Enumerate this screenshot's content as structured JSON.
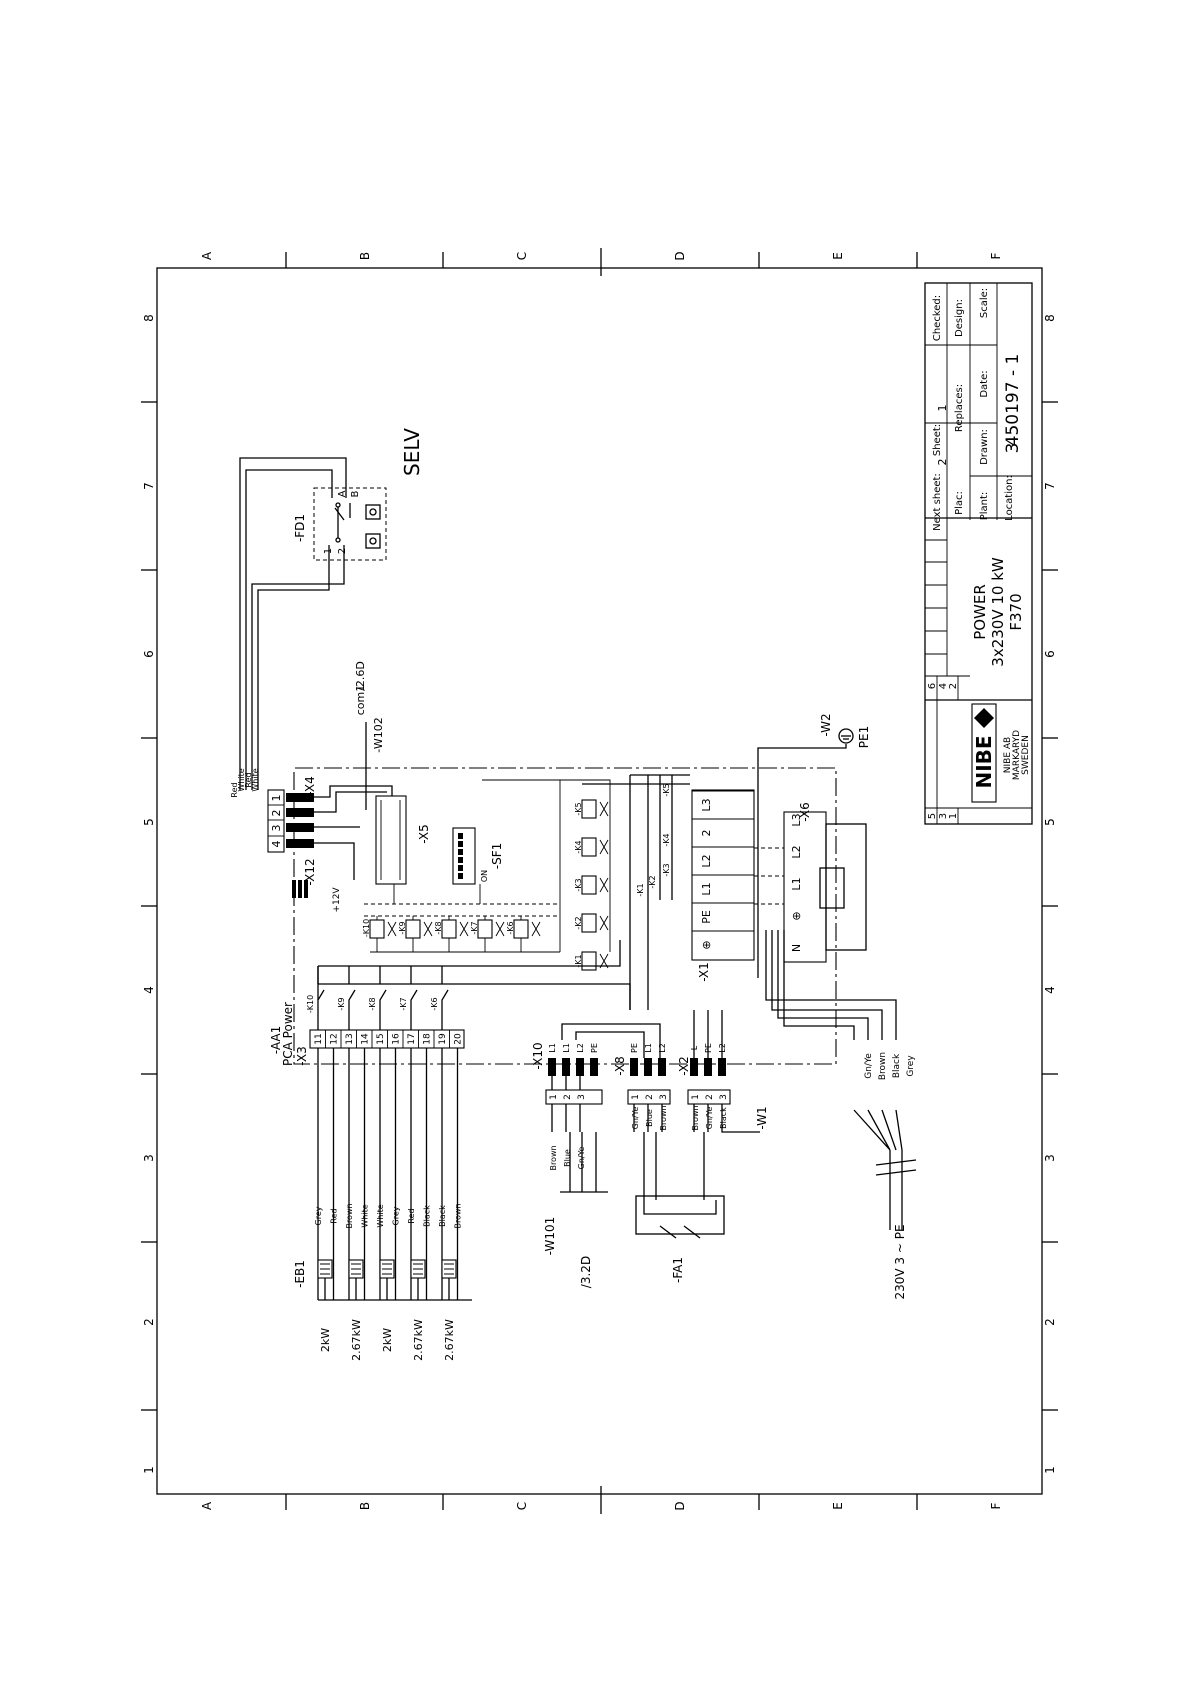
{
  "frame": {
    "row_letters": [
      "A",
      "B",
      "C",
      "D",
      "E",
      "F"
    ],
    "col_numbers": [
      "1",
      "2",
      "3",
      "4",
      "5",
      "6",
      "7",
      "8"
    ]
  },
  "title_block": {
    "checked_label": "Checked:",
    "design_label": "Design:",
    "scale_label": "Scale:",
    "sheet_label": "Sheet:",
    "sheet_value": "1",
    "replaces_label": "Replaces:",
    "date_label": "Date:",
    "next_sheet_label": "Next sheet:",
    "next_sheet_value": "2",
    "plac_label": "Plac:",
    "drawn_label": "Drawn:",
    "plant_label": "Plant:",
    "location_label": "Location:",
    "drawing_number": "450197 - 1",
    "revision": "3",
    "title_line1": "POWER",
    "title_line2": "3x230V 10 kW",
    "title_line3": "F370",
    "rev_numbers": [
      "5",
      "3",
      "1",
      "6",
      "4",
      "2"
    ],
    "company_line1": "NIBE AB",
    "company_line2": "MARKARYD",
    "company_line3": "SWEDEN",
    "logo_text": "NIBE"
  },
  "labels": {
    "selv": "SELV",
    "fd1": "-FD1",
    "fd1_pins": [
      "1",
      "2",
      "A",
      "B"
    ],
    "com1": "com1",
    "com1_ref": "/2.6D",
    "w102": "-W102",
    "x4": "-X4",
    "x4_pins": [
      "1",
      "2",
      "3",
      "4"
    ],
    "x12": "-X12",
    "x5": "-X5",
    "sf1": "-SF1",
    "sf1_on": "ON",
    "v12": "+12V",
    "k_relays_left": [
      "-K10",
      "-K9",
      "-K8",
      "-K7",
      "-K6"
    ],
    "k_relays_right": [
      "-K5",
      "-K4",
      "-K3",
      "-K2",
      "-K1"
    ],
    "k_contacts": [
      "-K5",
      "-K4",
      "-K3",
      "-K2",
      "-K1"
    ],
    "aa1": "-AA1",
    "pca_power": "PCA Power",
    "x3": "-X3",
    "x3_pins": [
      "11",
      "12",
      "13",
      "14",
      "15",
      "16",
      "17",
      "18",
      "19",
      "20"
    ],
    "k_switches": [
      "-K10",
      "-K9",
      "-K8",
      "-K7",
      "-K6"
    ],
    "x10": "-X10",
    "x10_pins": [
      "L1",
      "L1",
      "L2",
      "PE"
    ],
    "x8": "-X8",
    "x8_pins": [
      "PE",
      "L1",
      "L2"
    ],
    "x2": "-X2",
    "x2_pins": [
      "L",
      "PE",
      "L2"
    ],
    "x1": "-X1",
    "x1_terms": [
      "⊕",
      "PE",
      "L1",
      "L2",
      "2",
      "L3"
    ],
    "x6": "-X6",
    "x6_terms": [
      "N",
      "⊕",
      "L1",
      "L2",
      "L3"
    ],
    "w2": "-W2",
    "pe1": "PE1",
    "w1": "-W1",
    "w101": "-W101",
    "w101_ref": "/3.2D",
    "fa1": "-FA1",
    "eb1": "-EB1",
    "supply": "230V 3 ~ PE",
    "conn_pins": [
      "1",
      "2",
      "3"
    ],
    "w101_wires": [
      "Brown",
      "Blue",
      "Gn/Ye"
    ],
    "mid_wires": [
      "Gn/Ye",
      "Blue",
      "Brown"
    ],
    "right_wires": [
      "Brown",
      "Gn/Ye",
      "Black"
    ],
    "supply_wires": [
      "Gn/Ye",
      "Brown",
      "Black",
      "Grey"
    ],
    "heater_wires": [
      "Grey",
      "Red",
      "Brown",
      "White",
      "White",
      "Grey",
      "Red",
      "Black",
      "Black",
      "Brown"
    ],
    "x4_wires": [
      "Red",
      "White",
      "Red",
      "White"
    ],
    "powers": [
      "2kW",
      "2.67kW",
      "2kW",
      "2.67kW",
      "2.67kW"
    ]
  }
}
